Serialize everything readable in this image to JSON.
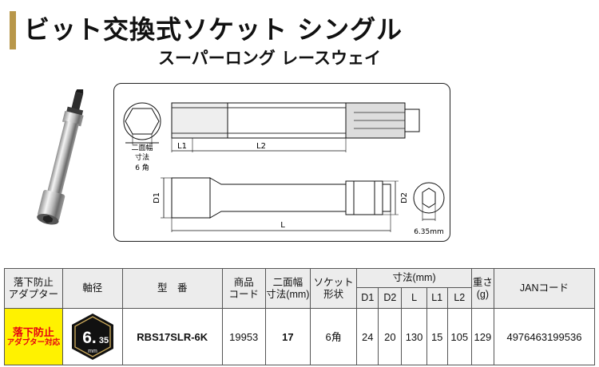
{
  "title": {
    "main": "ビット交換式ソケット シングル",
    "sub": "スーパーロング レースウェイ"
  },
  "diagram": {
    "labels": {
      "l1": "L1",
      "l2": "L2",
      "width_across": "二面幅",
      "dimension": "寸法",
      "hex": "6 角",
      "d1": "D1",
      "d2": "D2",
      "l": "L",
      "square_drive": "6.35mm"
    }
  },
  "table": {
    "headers": {
      "adapter": "落下防止\nアダプター",
      "drive": "軸径",
      "model": "型　番",
      "code": "商品\nコード",
      "width": "二面幅\n寸法(mm)",
      "socket": "ソケット\n形状",
      "dims": "寸法(mm)",
      "weight": "重さ\n(g)",
      "jan": "JANコード"
    },
    "subheaders": [
      "D1",
      "D2",
      "L",
      "L1",
      "L2"
    ],
    "row": {
      "adapter_line1": "落下防止",
      "adapter_line2": "アダプター対応",
      "drive_big": "6.",
      "drive_small": "35",
      "drive_unit": "mm",
      "model": "RBS17SLR-6K",
      "code": "19953",
      "width": "17",
      "socket": "6角",
      "dims": [
        "24",
        "20",
        "130",
        "15",
        "105"
      ],
      "weight": "129",
      "jan": "4976463199536"
    }
  },
  "colors": {
    "accent_gold": "#b8974a",
    "adapter_yellow": "#fff200",
    "adapter_red": "#e60012",
    "header_gray": "#ececec"
  }
}
